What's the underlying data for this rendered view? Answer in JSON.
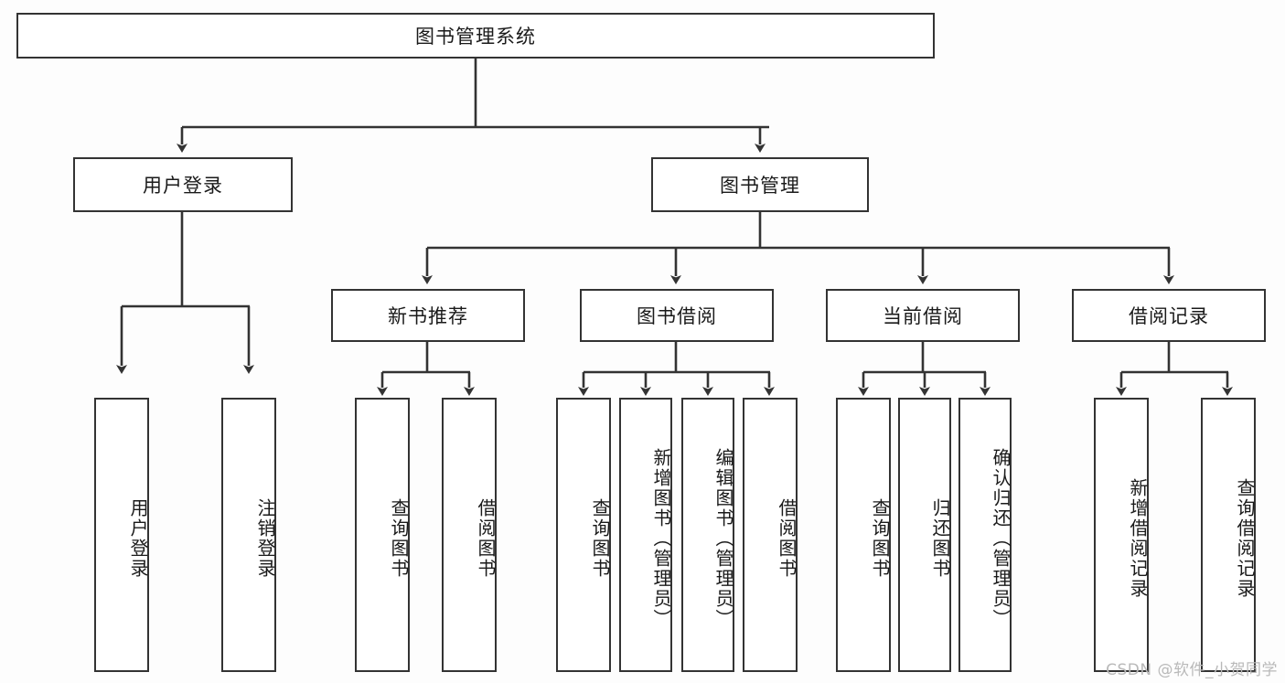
{
  "diagram": {
    "title": "图书管理系统",
    "type": "tree",
    "line_color": "#333333",
    "box_fill": "#ffffff",
    "background": "#fdfdfd",
    "watermark": "CSDN @软件_小贺同学",
    "nodes": {
      "root": {
        "label": "图书管理系统"
      },
      "level2": [
        {
          "id": "user-login",
          "label": "用户登录"
        },
        {
          "id": "book-manage",
          "label": "图书管理"
        }
      ],
      "level3": [
        {
          "id": "new-book-recommend",
          "label": "新书推荐"
        },
        {
          "id": "book-borrow",
          "label": "图书借阅"
        },
        {
          "id": "current-borrow",
          "label": "当前借阅"
        },
        {
          "id": "borrow-record",
          "label": "借阅记录"
        }
      ],
      "leaves": {
        "user-login": [
          {
            "id": "leaf-user-login",
            "label": "用户登录"
          },
          {
            "id": "leaf-user-logout",
            "label": "注销登录"
          }
        ],
        "new-book-recommend": [
          {
            "id": "leaf-query-book-1",
            "label": "查询图书"
          },
          {
            "id": "leaf-borrow-book-1",
            "label": "借阅图书"
          }
        ],
        "book-borrow": [
          {
            "id": "leaf-query-book-2",
            "label": "查询图书"
          },
          {
            "id": "leaf-add-book",
            "label": "新增图书（管理员）"
          },
          {
            "id": "leaf-edit-book",
            "label": "编辑图书（管理员）"
          },
          {
            "id": "leaf-borrow-book-2",
            "label": "借阅图书"
          }
        ],
        "current-borrow": [
          {
            "id": "leaf-query-book-3",
            "label": "查询图书"
          },
          {
            "id": "leaf-return-book",
            "label": "归还图书"
          },
          {
            "id": "leaf-confirm-return",
            "label": "确认归还（管理员）"
          }
        ],
        "borrow-record": [
          {
            "id": "leaf-add-record",
            "label": "新增借阅记录"
          },
          {
            "id": "leaf-query-record",
            "label": "查询借阅记录"
          }
        ]
      }
    }
  }
}
